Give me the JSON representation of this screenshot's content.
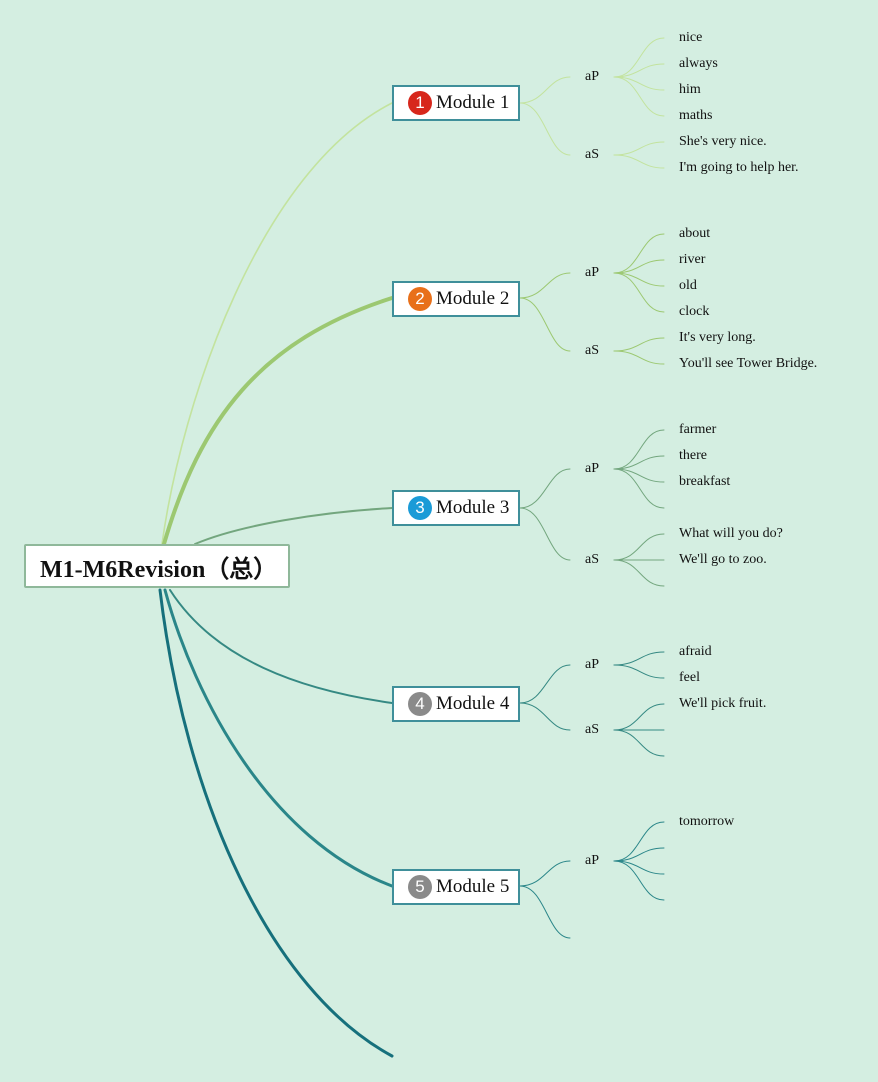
{
  "root": {
    "title": "M1-M6Revision（总）"
  },
  "modules": [
    {
      "label": "Module 1",
      "badge": "1",
      "badge_color": "#d7271c",
      "categories": [
        {
          "label": "aP",
          "items": [
            "nice",
            "always",
            "him",
            "maths"
          ]
        },
        {
          "label": "aS",
          "items": [
            "She's very nice.",
            "I'm going to help her."
          ]
        }
      ]
    },
    {
      "label": "Module 2",
      "badge": "2",
      "badge_color": "#e8701a",
      "categories": [
        {
          "label": "aP",
          "items": [
            "about",
            "river",
            "old",
            "clock"
          ]
        },
        {
          "label": "aS",
          "items": [
            "It's very long.",
            "You'll see Tower Bridge."
          ]
        }
      ]
    },
    {
      "label": "Module 3",
      "badge": "3",
      "badge_color": "#1b9bd7",
      "categories": [
        {
          "label": "aP",
          "items": [
            "farmer",
            "there",
            "breakfast",
            ""
          ]
        },
        {
          "label": "aS",
          "items": [
            "What will you do?",
            "We'll go to zoo.",
            ""
          ]
        }
      ]
    },
    {
      "label": "Module 4",
      "badge": "4",
      "badge_color": "#8a8a8a",
      "categories": [
        {
          "label": "aP",
          "items": [
            "afraid",
            "feel"
          ]
        },
        {
          "label": "aS",
          "items": [
            "We'll pick fruit.",
            "",
            ""
          ]
        }
      ]
    },
    {
      "label": "Module 5",
      "badge": "5",
      "badge_color": "#8a8a8a",
      "categories": [
        {
          "label": "aP",
          "items": [
            "tomorrow",
            "",
            "",
            ""
          ]
        },
        {
          "label": "",
          "items": []
        }
      ]
    }
  ],
  "colors": {
    "background": "#d4eee1",
    "module_branches": [
      "#c3e39e",
      "#9cc871",
      "#73a67e",
      "#358983",
      "#2a8689",
      "#16707c"
    ]
  }
}
